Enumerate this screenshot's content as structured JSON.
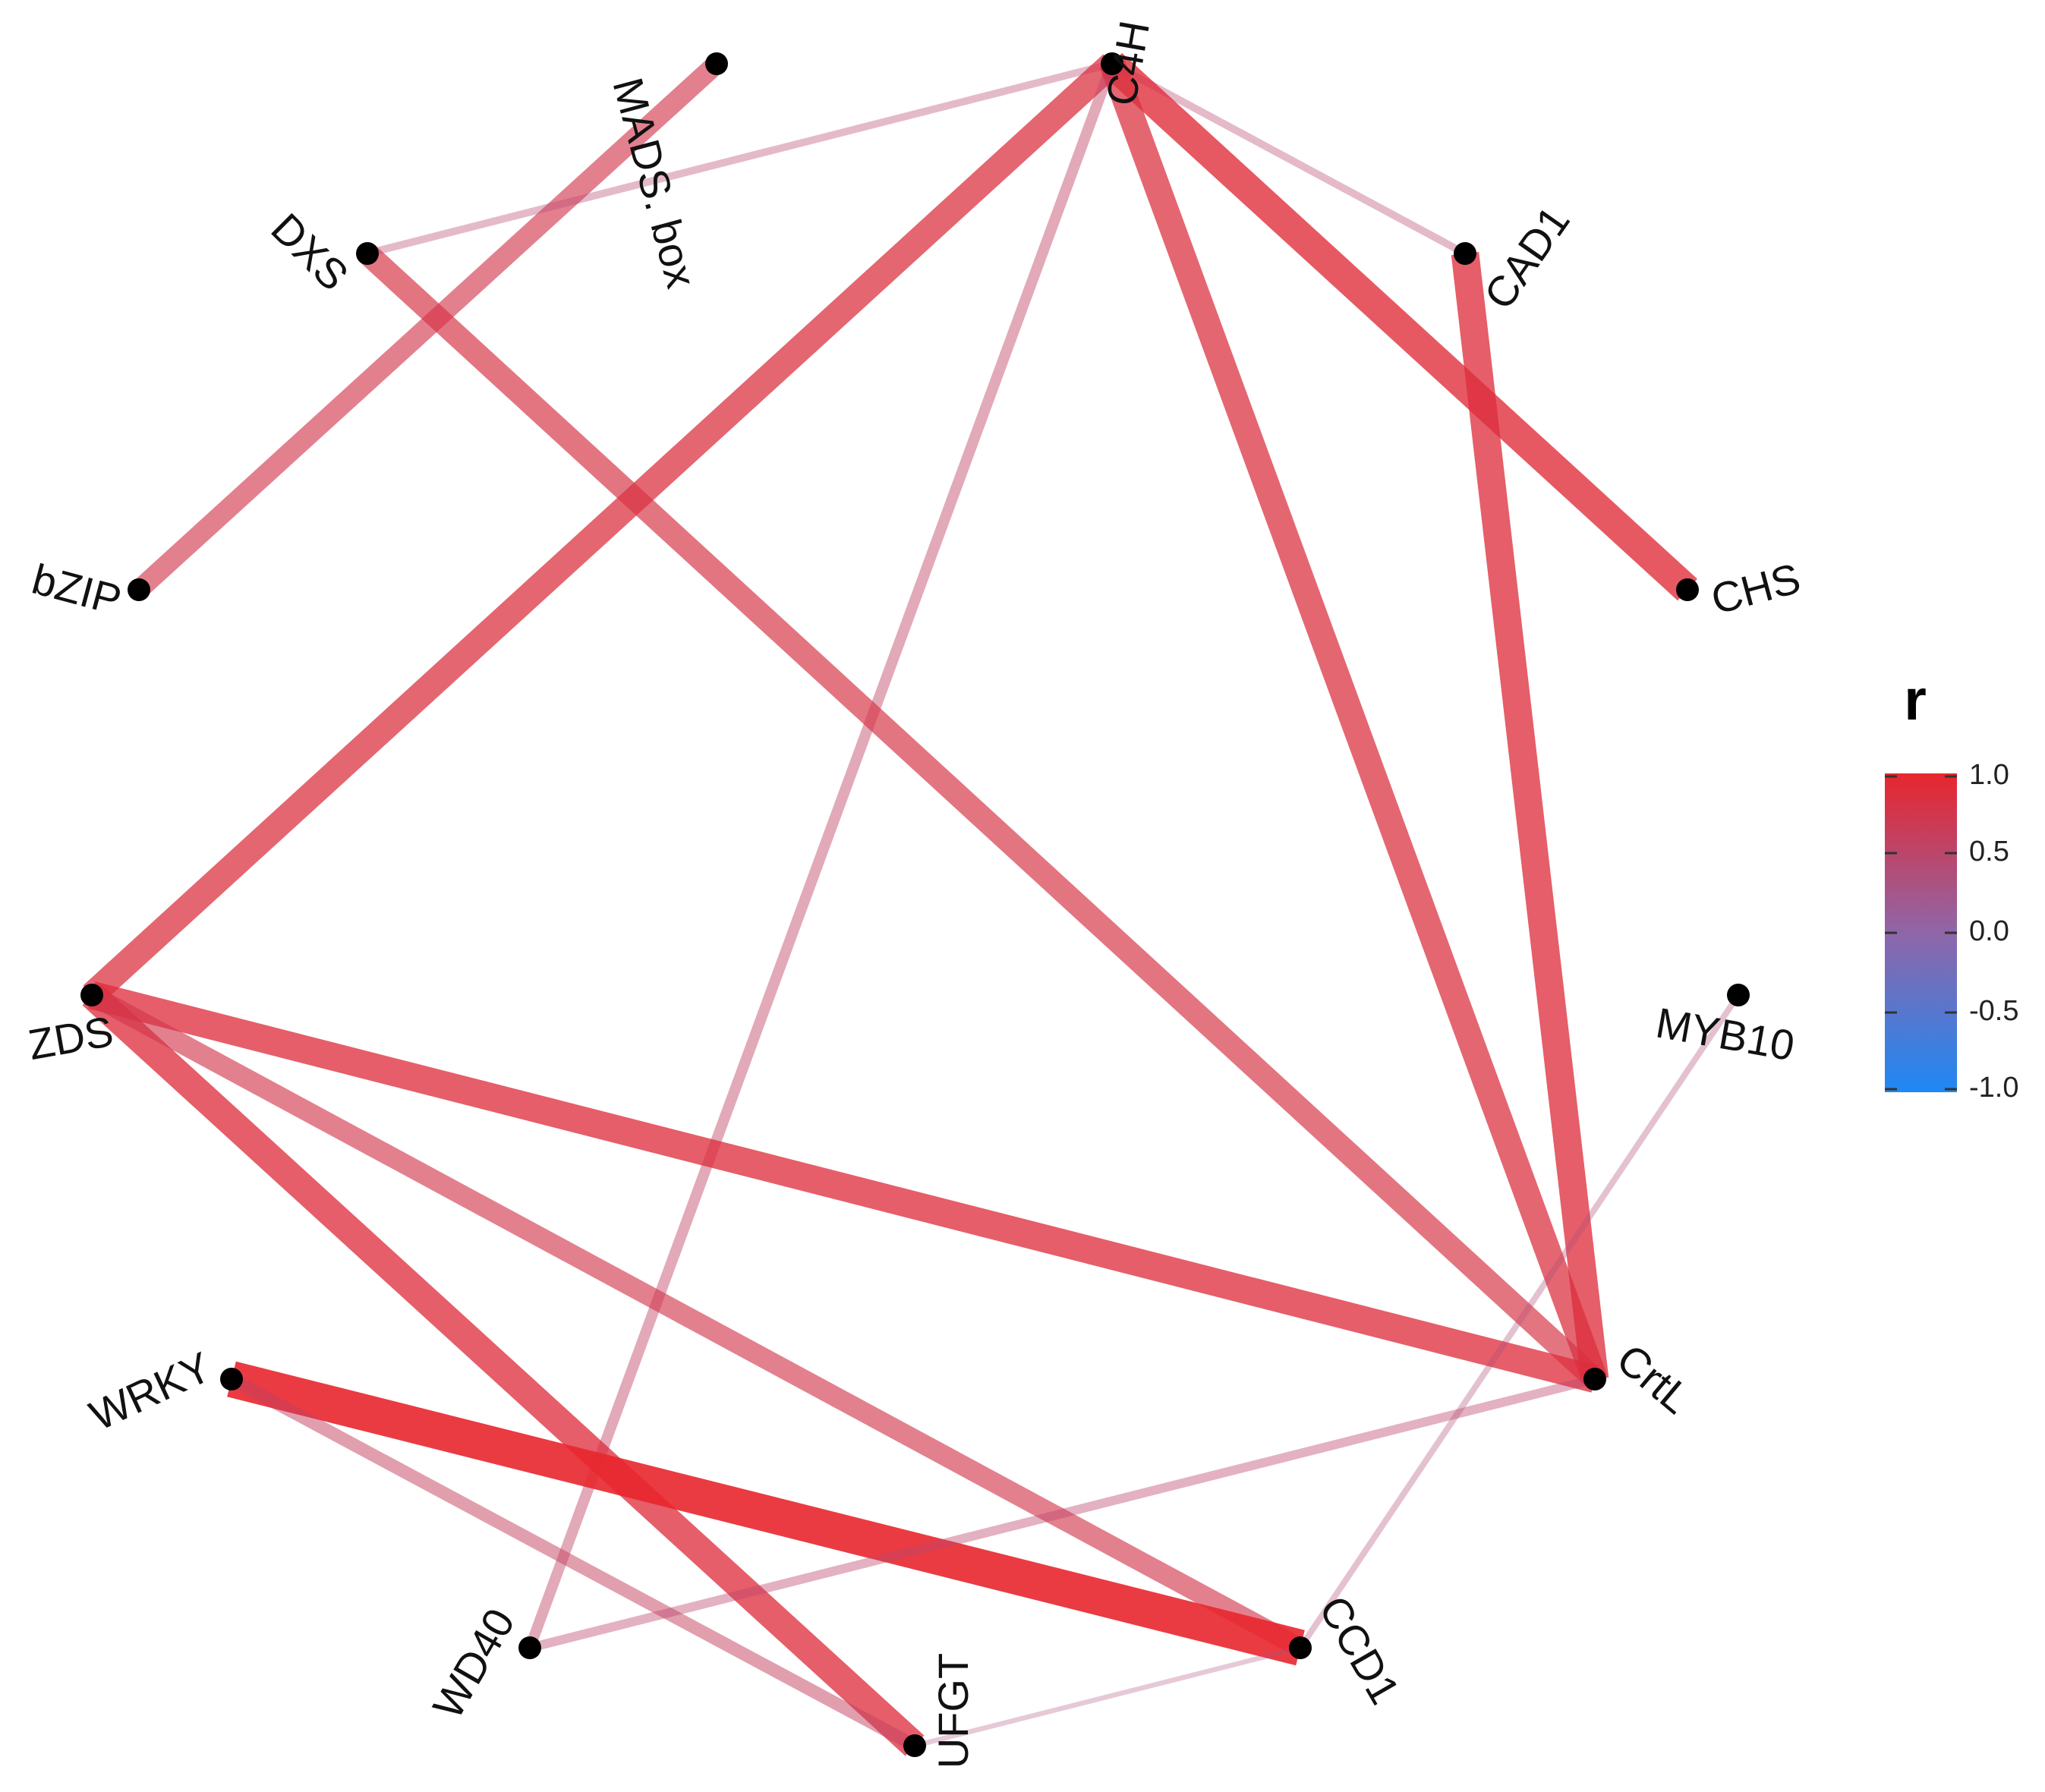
{
  "colors": {
    "positive": "#e8262d",
    "midpoint": "#8f66a8",
    "negative": "#1e88f5",
    "node": "#000000"
  },
  "nodes": [
    {
      "id": "C4H",
      "label": "C4H"
    },
    {
      "id": "MADS",
      "label": "MADS. box"
    },
    {
      "id": "DXS",
      "label": "DXS"
    },
    {
      "id": "CAD1",
      "label": "CAD1"
    },
    {
      "id": "bZIP",
      "label": "bZIP"
    },
    {
      "id": "CHS",
      "label": "CHS"
    },
    {
      "id": "MYB10",
      "label": "MYB10"
    },
    {
      "id": "ZDS",
      "label": "ZDS"
    },
    {
      "id": "CrtL",
      "label": "CrtL"
    },
    {
      "id": "WRKY",
      "label": "WRKY"
    },
    {
      "id": "WD40",
      "label": "WD40"
    },
    {
      "id": "CCD1",
      "label": "CCD1"
    },
    {
      "id": "UFGT",
      "label": "UFGT"
    }
  ],
  "edges": [
    {
      "source": "MADS",
      "target": "bZIP",
      "r": 0.75
    },
    {
      "source": "C4H",
      "target": "DXS",
      "r": 0.45
    },
    {
      "source": "C4H",
      "target": "CAD1",
      "r": 0.45
    },
    {
      "source": "C4H",
      "target": "CHS",
      "r": 0.9
    },
    {
      "source": "C4H",
      "target": "ZDS",
      "r": 0.85
    },
    {
      "source": "C4H",
      "target": "CrtL",
      "r": 0.85
    },
    {
      "source": "C4H",
      "target": "WD40",
      "r": 0.55
    },
    {
      "source": "DXS",
      "target": "CrtL",
      "r": 0.8
    },
    {
      "source": "CAD1",
      "target": "CrtL",
      "r": 0.88
    },
    {
      "source": "ZDS",
      "target": "CrtL",
      "r": 0.88
    },
    {
      "source": "ZDS",
      "target": "UFGT",
      "r": 0.88
    },
    {
      "source": "ZDS",
      "target": "CCD1",
      "r": 0.75
    },
    {
      "source": "WRKY",
      "target": "CCD1",
      "r": 1.0
    },
    {
      "source": "WRKY",
      "target": "UFGT",
      "r": 0.6
    },
    {
      "source": "CrtL",
      "target": "WD40",
      "r": 0.5
    },
    {
      "source": "MYB10",
      "target": "CCD1",
      "r": 0.4
    },
    {
      "source": "CCD1",
      "target": "UFGT",
      "r": 0.35
    }
  ],
  "legend": {
    "title": "r",
    "ticks": [
      {
        "value": 1.0,
        "label": "1.0"
      },
      {
        "value": 0.5,
        "label": "0.5"
      },
      {
        "value": 0.0,
        "label": "0.0"
      },
      {
        "value": -0.5,
        "label": "-0.5"
      },
      {
        "value": -1.0,
        "label": "-1.0"
      }
    ]
  }
}
